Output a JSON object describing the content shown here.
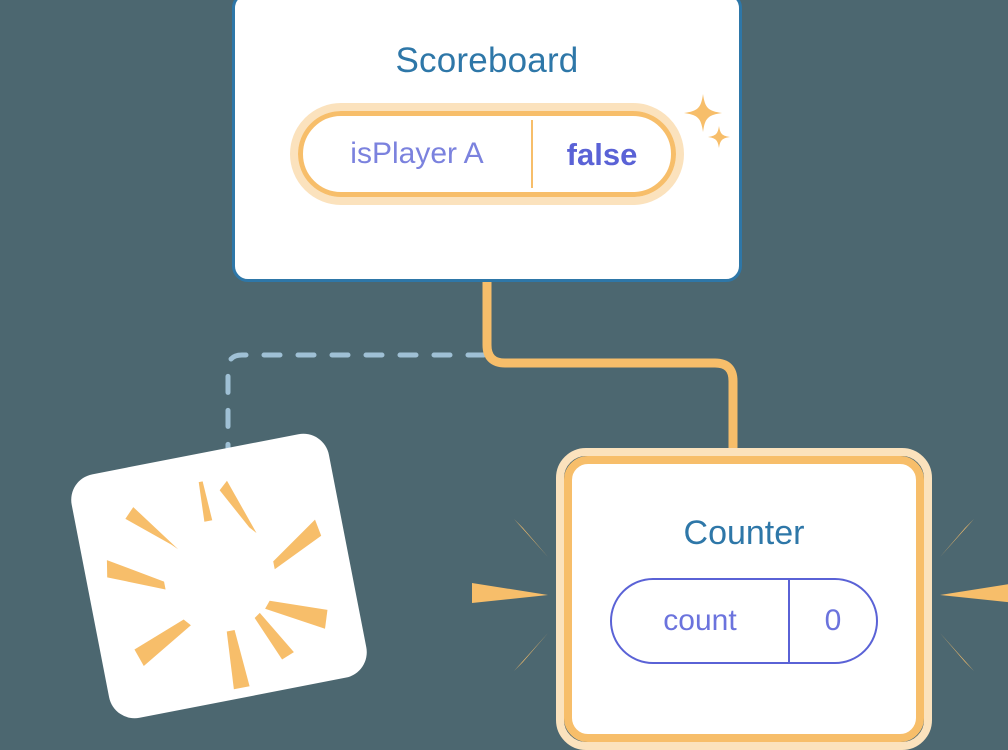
{
  "meta": {
    "background_color": "#4c6770",
    "accent_orange": "#f7be6a",
    "accent_orange_pale": "#fbe2bd",
    "accent_blue": "#2e77a8",
    "accent_indigo": "#5a62d6",
    "accent_periwinkle": "#7b82de",
    "dashed_line_color": "#9fc0d5",
    "card_background": "#ffffff"
  },
  "scoreboard": {
    "title": "Scoreboard",
    "state_pill": {
      "key": "isPlayer A",
      "value": "false"
    },
    "sparkle_large": "sparkle-icon",
    "sparkle_small": "sparkle-icon"
  },
  "counter": {
    "title": "Counter",
    "state_pill": {
      "key": "count",
      "value": "0"
    }
  },
  "burst_card": {
    "label": "",
    "ray_count": 8
  },
  "connectors": {
    "orange_path": "scoreboard-to-counter",
    "dashed_path": "scoreboard-to-burst-card"
  }
}
